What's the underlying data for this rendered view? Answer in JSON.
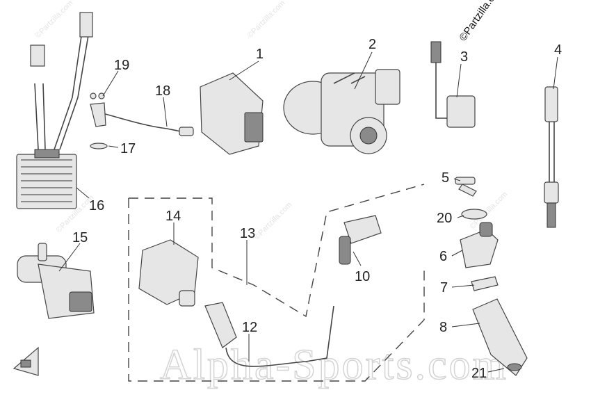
{
  "copyright": "©Partzilla.com",
  "watermark_small": "©Partzilla.com",
  "watermark_big": "Alpha-Sports.com",
  "labels": {
    "p1": "1",
    "p2": "2",
    "p3": "3",
    "p4": "4",
    "p5": "5",
    "p6": "6",
    "p7": "7",
    "p8": "8",
    "p10": "10",
    "p12": "12",
    "p13": "13",
    "p14": "14",
    "p15": "15",
    "p16": "16",
    "p17": "17",
    "p18": "18",
    "p19": "19",
    "p20": "20",
    "p21": "21"
  }
}
